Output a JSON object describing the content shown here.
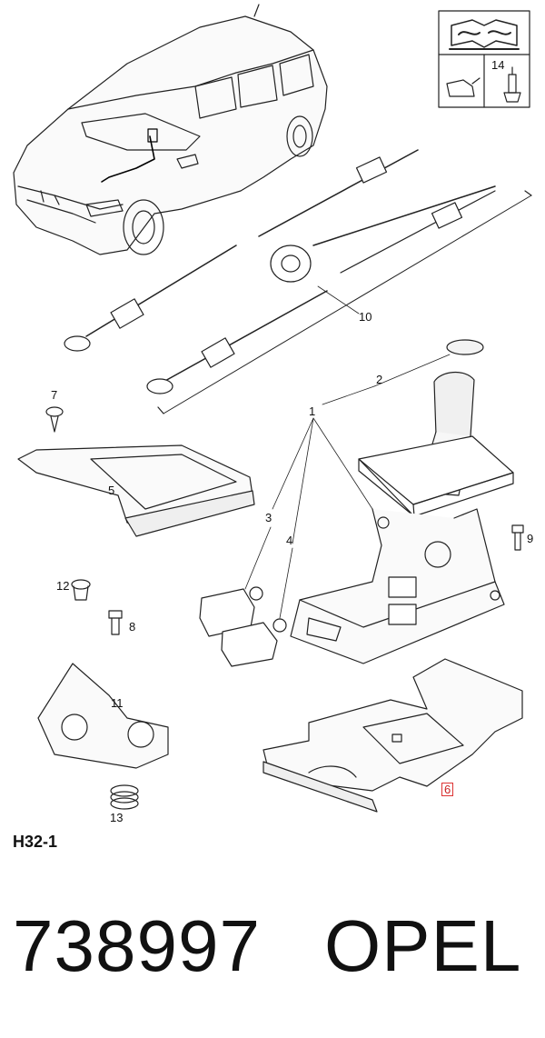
{
  "diagram": {
    "code": "H32-1",
    "callouts": [
      {
        "id": "c1",
        "label": "1"
      },
      {
        "id": "c2",
        "label": "2"
      },
      {
        "id": "c3",
        "label": "3"
      },
      {
        "id": "c4",
        "label": "4"
      },
      {
        "id": "c5",
        "label": "5"
      },
      {
        "id": "c6",
        "label": "6"
      },
      {
        "id": "c7",
        "label": "7"
      },
      {
        "id": "c8",
        "label": "8"
      },
      {
        "id": "c9",
        "label": "9"
      },
      {
        "id": "c10",
        "label": "10"
      },
      {
        "id": "c11",
        "label": "11"
      },
      {
        "id": "c12",
        "label": "12"
      },
      {
        "id": "c13",
        "label": "13"
      },
      {
        "id": "c14",
        "label": "14"
      }
    ],
    "highlighted_callout": "6",
    "highlight_color": "#d33333",
    "icons": [
      "service-manual-icon",
      "lubricant-icon",
      "grease-gun-icon"
    ]
  },
  "footer": {
    "part_number": "738997",
    "brand": "OPEL"
  }
}
